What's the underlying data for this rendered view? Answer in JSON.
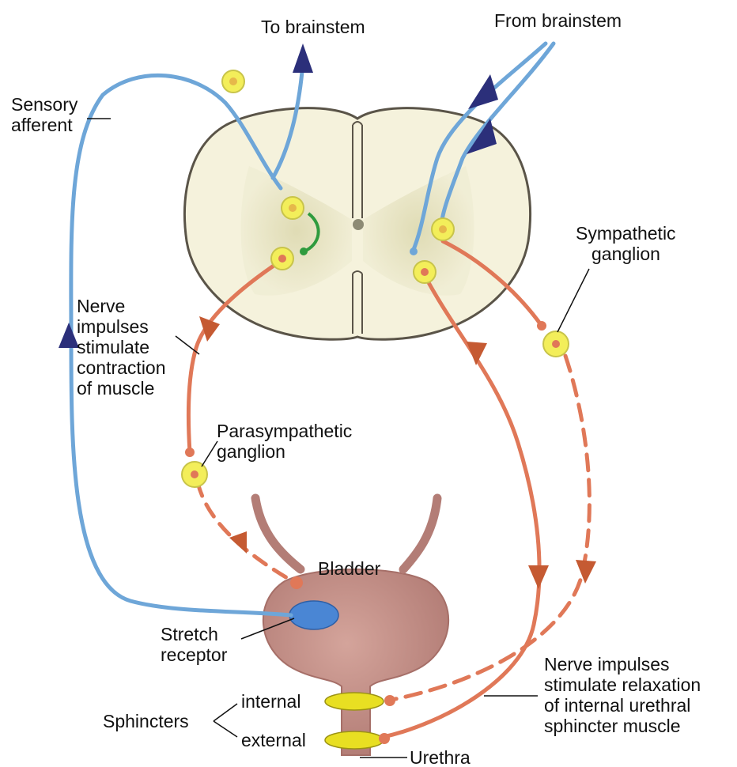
{
  "labels": {
    "to_brainstem": "To brainstem",
    "from_brainstem": "From brainstem",
    "sensory_afferent": [
      "Sensory",
      "afferent"
    ],
    "sympathetic_ganglion": [
      "Sympathetic",
      "ganglion"
    ],
    "nerve_contraction": [
      "Nerve",
      "impulses",
      "stimulate",
      "contraction",
      "of muscle"
    ],
    "parasympathetic_ganglion": [
      "Parasympathetic",
      "ganglion"
    ],
    "bladder": "Bladder",
    "stretch_receptor": [
      "Stretch",
      "receptor"
    ],
    "sphincters": "Sphincters",
    "internal": "internal",
    "external": "external",
    "urethra": "Urethra",
    "nerve_relaxation": [
      "Nerve impulses",
      "stimulate relaxation",
      "of internal urethral",
      "sphincter muscle"
    ]
  },
  "colors": {
    "sensory_blue": "#6ea6d8",
    "efferent_orange": "#e07858",
    "interneuron_green": "#2f9b3e",
    "arrowhead_navy": "#2b2f7a",
    "arrowhead_orange": "#c55a32",
    "ganglion_yellow": "#f3ee5a",
    "cord_cream": "#f5f2dc",
    "grey_matter": "#e8e5c4",
    "bladder": "#c49089",
    "sphincter_yellow": "#e8df22",
    "receptor_blue": "#4a86d4"
  }
}
